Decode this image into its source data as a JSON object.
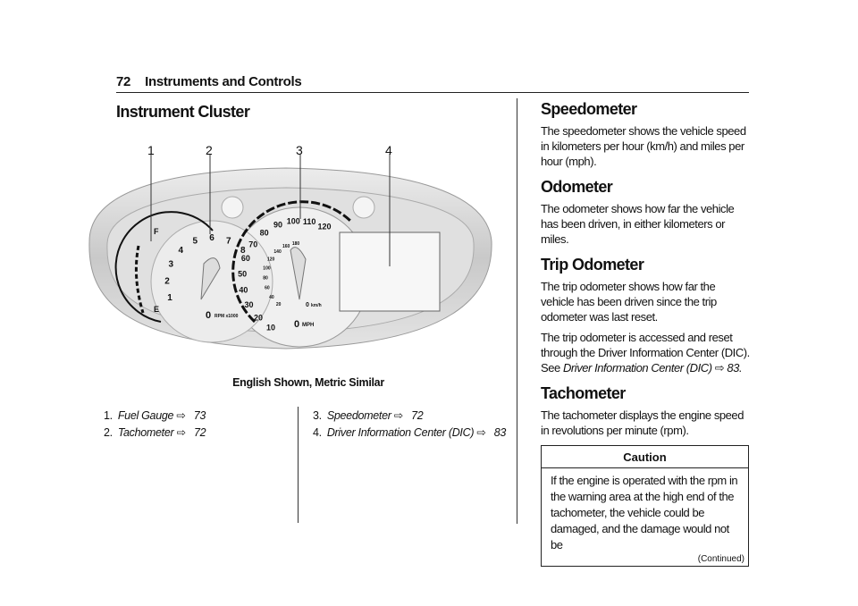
{
  "header": {
    "page_number": "72",
    "section": "Instruments and Controls"
  },
  "left": {
    "title": "Instrument Cluster",
    "callouts": [
      "1",
      "2",
      "3",
      "4"
    ],
    "cluster": {
      "fuel_labels": [
        "F",
        "E"
      ],
      "tach_labels": [
        "1",
        "2",
        "3",
        "4",
        "5",
        "6",
        "7",
        "8"
      ],
      "tach_zero": "0",
      "tach_unit": "RPM x1000",
      "mph_labels": [
        "10",
        "20",
        "30",
        "40",
        "50",
        "60",
        "70",
        "80",
        "90",
        "100",
        "110",
        "120"
      ],
      "kmh_labels": [
        "20",
        "40",
        "60",
        "80",
        "100",
        "120",
        "140",
        "160",
        "180"
      ],
      "mph_zero": "0",
      "mph_unit": "MPH",
      "kmh_zero": "0",
      "kmh_unit": "km/h"
    },
    "caption": "English Shown, Metric Similar",
    "items": [
      {
        "num": "1.",
        "label": "Fuel Gauge",
        "arrow": "⇨",
        "page": "73"
      },
      {
        "num": "2.",
        "label": "Tachometer",
        "arrow": "⇨",
        "page": "72"
      },
      {
        "num": "3.",
        "label": "Speedometer",
        "arrow": "⇨",
        "page": "72"
      },
      {
        "num": "4.",
        "label": "Driver Information Center (DIC)",
        "arrow": "⇨",
        "page": "83"
      }
    ]
  },
  "right": {
    "speedometer": {
      "title": "Speedometer",
      "body": "The speedometer shows the vehicle speed in kilometers per hour (km/h) and miles per hour (mph)."
    },
    "odometer": {
      "title": "Odometer",
      "body": "The odometer shows how far the vehicle has been driven, in either kilometers or miles."
    },
    "trip": {
      "title": "Trip Odometer",
      "body1": "The trip odometer shows how far the vehicle has been driven since the trip odometer was last reset.",
      "body2_pre": "The trip odometer is accessed and reset through the Driver Information Center (DIC). See ",
      "body2_link": "Driver Information Center (DIC)",
      "body2_arrow": "⇨",
      "body2_page": "83."
    },
    "tachometer": {
      "title": "Tachometer",
      "body": "The tachometer displays the engine speed in revolutions per minute (rpm)."
    },
    "caution": {
      "title": "Caution",
      "body": "If the engine is operated with the rpm in the warning area at the high end of the tachometer, the vehicle could be damaged, and the damage would not be",
      "continued": "(Continued)"
    }
  }
}
